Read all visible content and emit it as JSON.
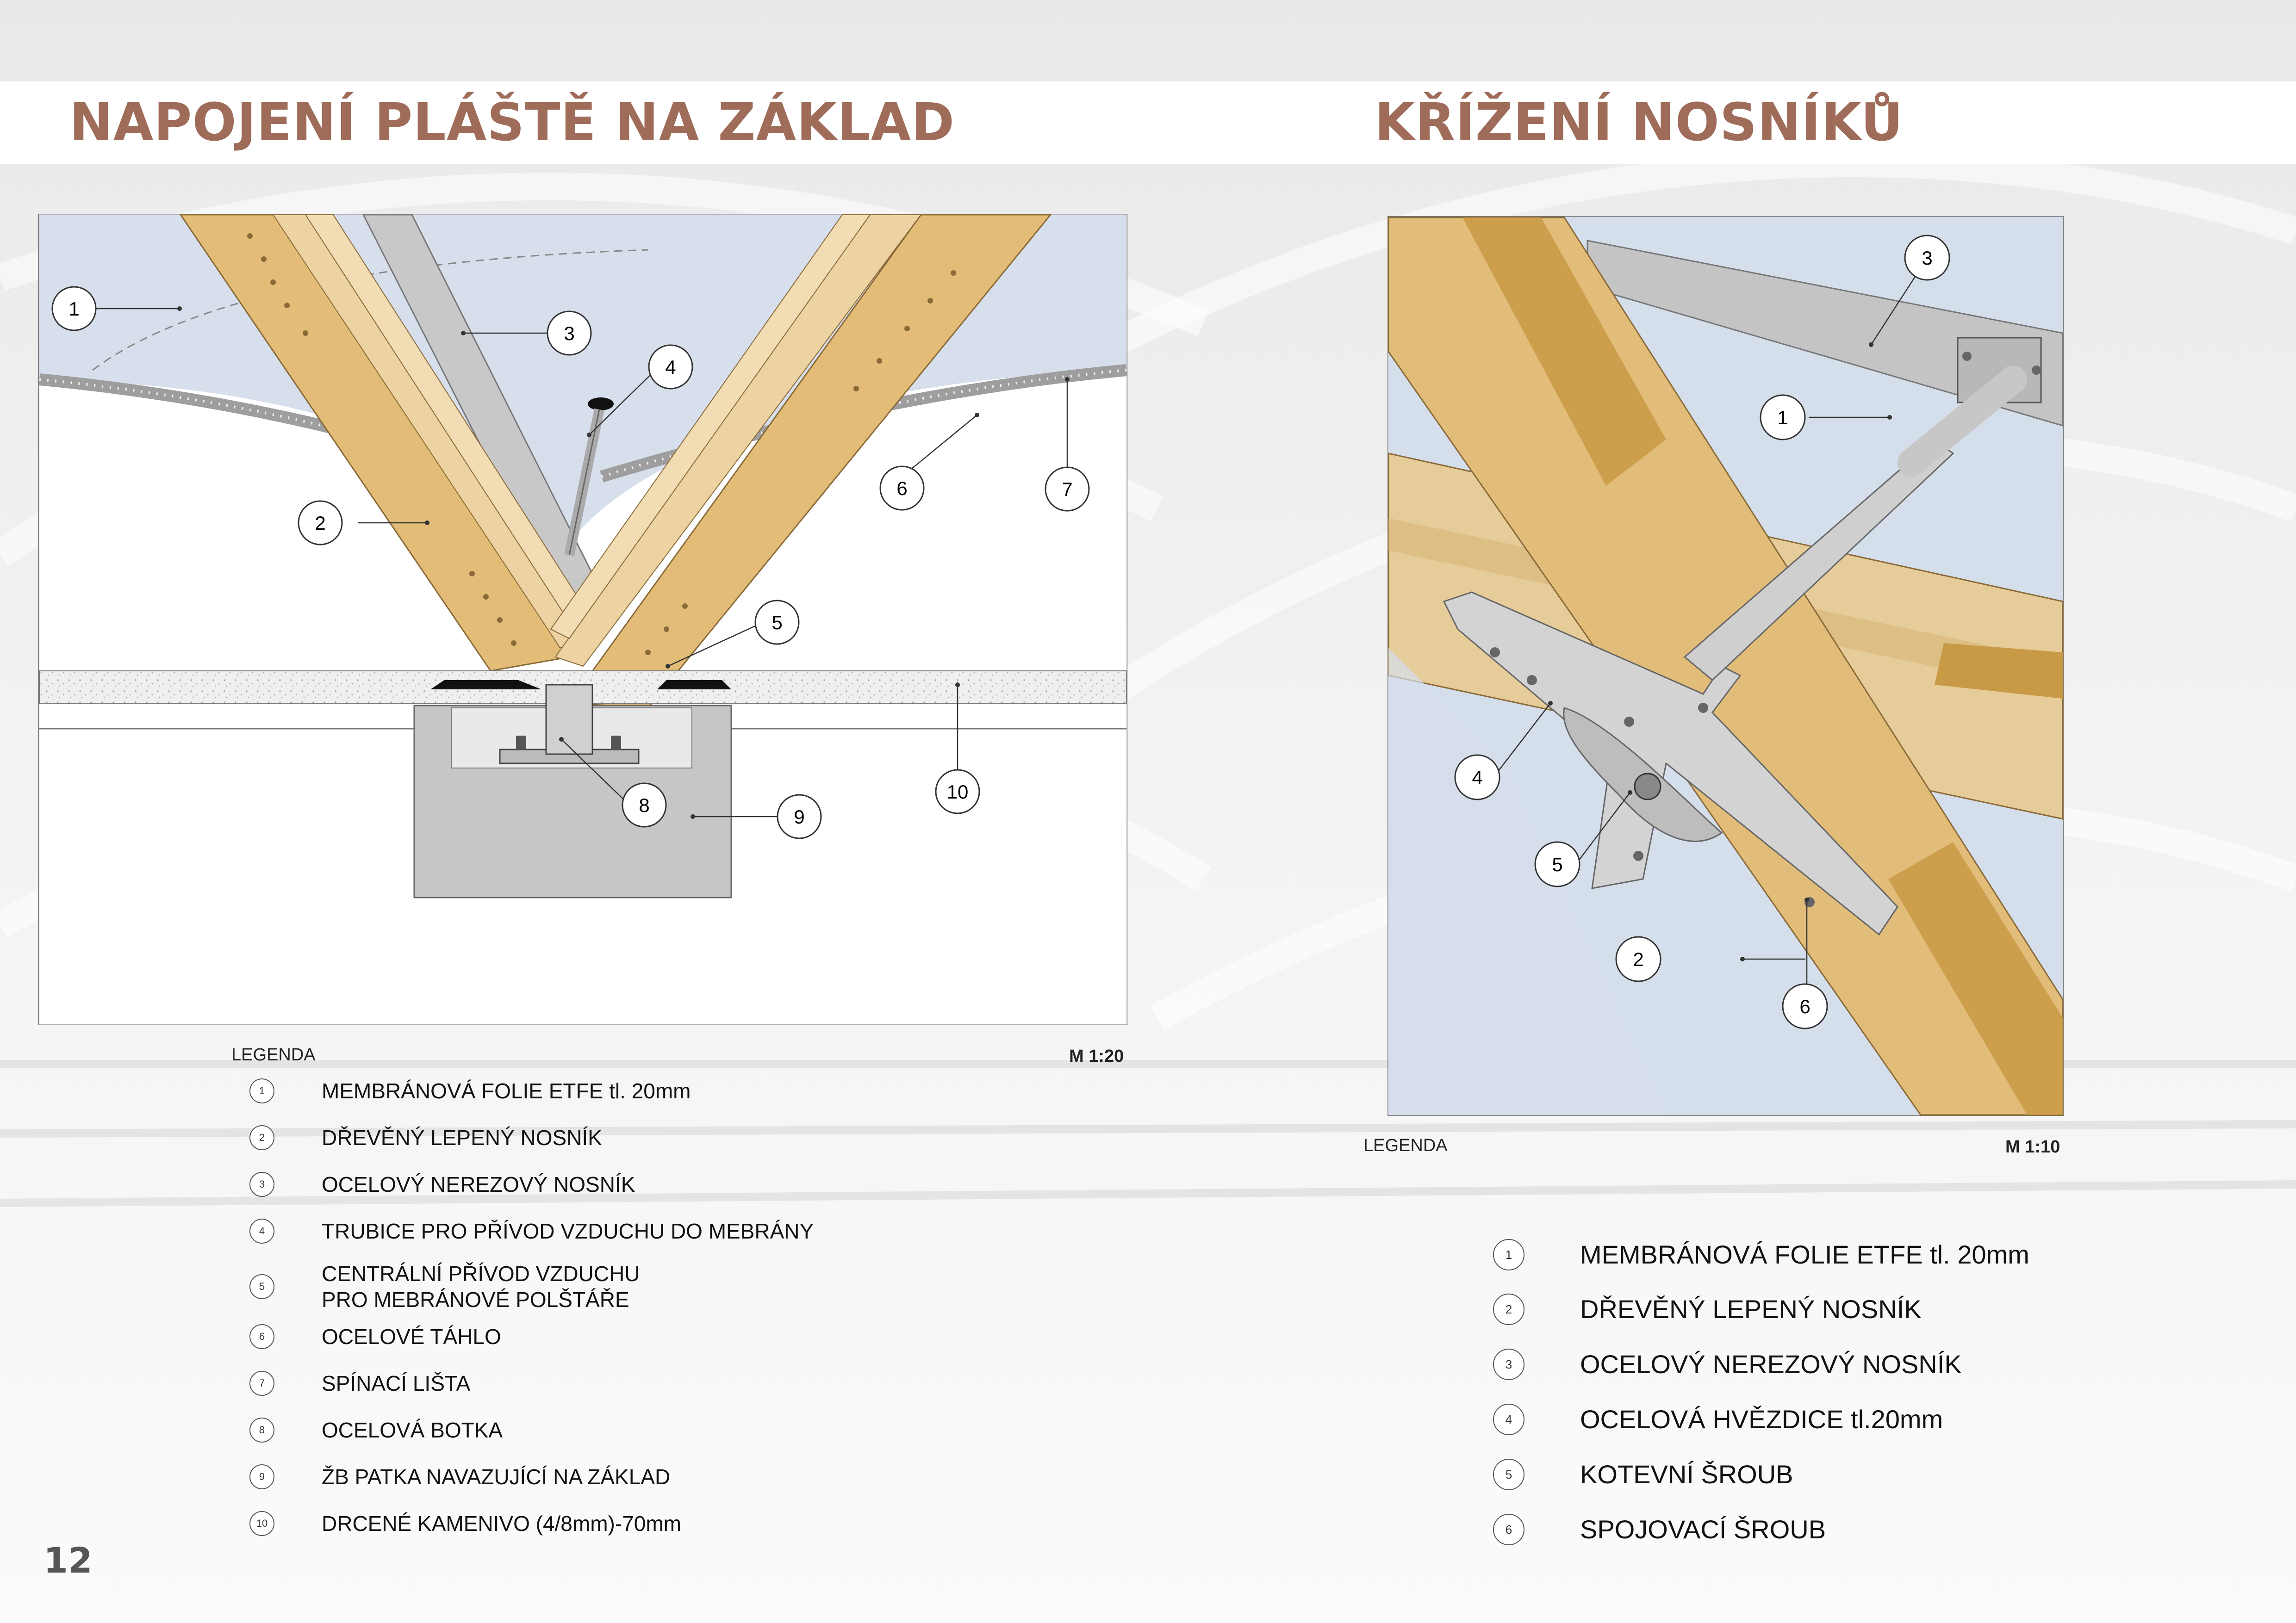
{
  "page": {
    "number": "12"
  },
  "left_panel": {
    "title": "NAPOJENÍ PLÁŠTĚ NA ZÁKLAD",
    "legend_heading": "LEGENDA",
    "scale": "M 1:20",
    "callouts": [
      "1",
      "2",
      "3",
      "4",
      "5",
      "6",
      "7",
      "8",
      "9",
      "10"
    ],
    "legend": [
      {
        "num": "1",
        "text": "MEMBRÁNOVÁ FOLIE ETFE tl. 20mm"
      },
      {
        "num": "2",
        "text": "DŘEVĚNÝ LEPENÝ NOSNÍK"
      },
      {
        "num": "3",
        "text": "OCELOVÝ NEREZOVÝ NOSNÍK"
      },
      {
        "num": "4",
        "text": "TRUBICE PRO PŘÍVOD VZDUCHU DO MEBRÁNY"
      },
      {
        "num": "5",
        "text": "CENTRÁLNÍ PŘÍVOD VZDUCHU PRO MEBRÁNOVÉ POLŠTÁŘE"
      },
      {
        "num": "6",
        "text": "OCELOVÉ TÁHLO"
      },
      {
        "num": "7",
        "text": "SPÍNACÍ LIŠTA"
      },
      {
        "num": "8",
        "text": "OCELOVÁ BOTKA"
      },
      {
        "num": "9",
        "text": "ŽB PATKA NAVAZUJÍCÍ NA ZÁKLAD"
      },
      {
        "num": "10",
        "text": "DRCENÉ KAMENIVO (4/8mm)-70mm"
      }
    ]
  },
  "right_panel": {
    "title": "KŘÍŽENÍ NOSNÍKŮ",
    "legend_heading": "LEGENDA",
    "scale": "M 1:10",
    "callouts": [
      "1",
      "2",
      "3",
      "4",
      "5",
      "6"
    ],
    "legend": [
      {
        "num": "1",
        "text": "MEMBRÁNOVÁ FOLIE ETFE tl. 20mm"
      },
      {
        "num": "2",
        "text": "DŘEVĚNÝ LEPENÝ NOSNÍK"
      },
      {
        "num": "3",
        "text": "OCELOVÝ NEREZOVÝ NOSNÍK"
      },
      {
        "num": "4",
        "text": "OCELOVÁ HVĚZDICE tl.20mm"
      },
      {
        "num": "5",
        "text": "KOTEVNÍ ŠROUB"
      },
      {
        "num": "6",
        "text": "SPOJOVACÍ ŠROUB"
      }
    ]
  },
  "colors": {
    "title": "#9e6c59",
    "timber": "#e2bd79",
    "timber_dark": "#c9a05a",
    "steel": "#c9c9c9",
    "sky": "#d5deeb",
    "concrete": "#c6c6c6"
  }
}
